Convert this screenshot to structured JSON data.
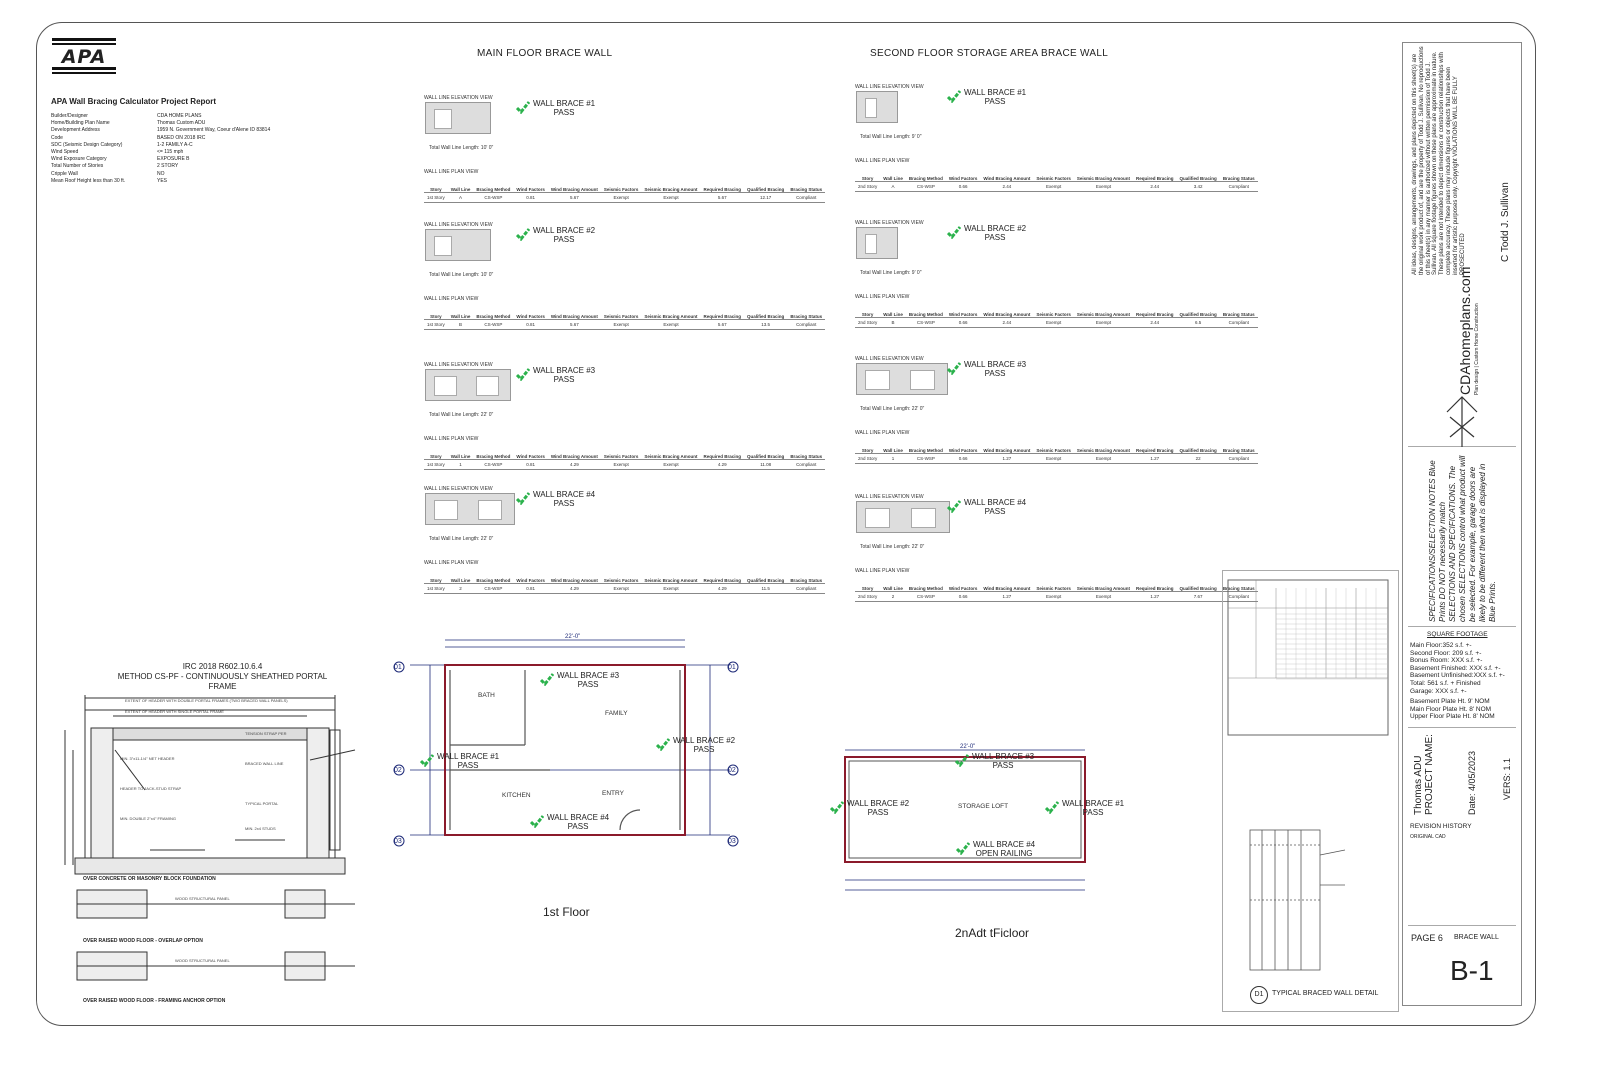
{
  "logo": {
    "text": "APA"
  },
  "report": {
    "title": "APA Wall Bracing Calculator Project Report",
    "rows": [
      {
        "k": "Builder/Designer",
        "v": "CDA HOME PLANS"
      },
      {
        "k": "Home/Building Plan Name",
        "v": "Thomas Custom ADU"
      },
      {
        "k": "Development Address",
        "v": "1959 N. Government Way, Coeur d'Alene ID 83814"
      },
      {
        "k": "Code",
        "v": "BASED ON 2018 IRC"
      },
      {
        "k": "SDC (Seismic Design Category)",
        "v": "1-2 FAMILY A-C"
      },
      {
        "k": "Wind Speed",
        "v": "<= 115 mph"
      },
      {
        "k": "Wind Exposure Category",
        "v": "EXPOSURE B"
      },
      {
        "k": "Total Number of Stories",
        "v": "2 STORY"
      },
      {
        "k": "Cripple Wall",
        "v": "NO"
      },
      {
        "k": "Mean Roof Height less than 30 ft.",
        "v": "YES"
      }
    ]
  },
  "main_floor": {
    "title": "MAIN FLOOR BRACE WALL",
    "elev_label": "WALL LINE ELEVATION VIEW",
    "plan_label": "WALL LINE PLAN VIEW",
    "headers": [
      "Story",
      "Wall Line",
      "Bracing Method",
      "Wind Factors",
      "Wind Bracing Amount",
      "Seismic Factors",
      "Seismic Bracing Amount",
      "Required Bracing",
      "Qualified Bracing",
      "Bracing Status"
    ],
    "walls": [
      {
        "badge": "WALL BRACE #1",
        "status": "PASS",
        "length": "Total Wall Line Length: 10' 0\"",
        "row": [
          "1st Story",
          "A",
          "CS-WSP",
          "0.81",
          "5.67",
          "Exempt",
          "Exempt",
          "5.67",
          "12.17",
          "Compliant"
        ]
      },
      {
        "badge": "WALL BRACE #2",
        "status": "PASS",
        "length": "Total Wall Line Length: 10' 0\"",
        "row": [
          "1st Story",
          "B",
          "CS-WSP",
          "0.81",
          "5.67",
          "Exempt",
          "Exempt",
          "5.67",
          "13.5",
          "Compliant"
        ]
      },
      {
        "badge": "WALL BRACE #3",
        "status": "PASS",
        "length": "Total Wall Line Length: 22' 0\"",
        "row": [
          "1st Story",
          "1",
          "CS-WSP",
          "0.81",
          "4.29",
          "Exempt",
          "Exempt",
          "4.29",
          "11.08",
          "Compliant"
        ]
      },
      {
        "badge": "WALL BRACE #4",
        "status": "PASS",
        "length": "Total Wall Line Length: 22' 0\"",
        "row": [
          "1st Story",
          "2",
          "CS-WSP",
          "0.81",
          "4.29",
          "Exempt",
          "Exempt",
          "4.29",
          "11.5",
          "Compliant"
        ]
      }
    ]
  },
  "second_floor": {
    "title": "SECOND FLOOR STORAGE AREA BRACE WALL",
    "elev_label": "WALL LINE ELEVATION VIEW",
    "plan_label": "WALL LINE PLAN VIEW",
    "walls": [
      {
        "badge": "WALL BRACE #1",
        "status": "PASS",
        "length": "Total Wall Line Length: 9' 0\"",
        "row": [
          "2nd Story",
          "A",
          "CS-WSP",
          "0.66",
          "2.44",
          "Exempt",
          "Exempt",
          "2.44",
          "3.42",
          "Compliant"
        ]
      },
      {
        "badge": "WALL BRACE #2",
        "status": "PASS",
        "length": "Total Wall Line Length: 9' 0\"",
        "row": [
          "2nd Story",
          "B",
          "CS-WSP",
          "0.66",
          "2.44",
          "Exempt",
          "Exempt",
          "2.44",
          "6.5",
          "Compliant"
        ]
      },
      {
        "badge": "WALL BRACE #3",
        "status": "PASS",
        "length": "Total Wall Line Length: 22' 0\"",
        "row": [
          "2nd Story",
          "1",
          "CS-WSP",
          "0.66",
          "1.27",
          "Exempt",
          "Exempt",
          "1.27",
          "22",
          "Compliant"
        ]
      },
      {
        "badge": "WALL BRACE #4",
        "status": "PASS",
        "length": "Total Wall Line Length: 22' 0\"",
        "row": [
          "2nd Story",
          "2",
          "CS-WSP",
          "0.66",
          "1.27",
          "Exempt",
          "Exempt",
          "1.27",
          "7.67",
          "Compliant"
        ]
      }
    ]
  },
  "portal": {
    "title_l1": "IRC 2018 R602.10.6.4",
    "title_l2": "METHOD CS-PF - CONTINUOUSLY SHEATHED PORTAL",
    "title_l3": "FRAME",
    "foot1": "OVER CONCRETE OR MASONRY BLOCK FOUNDATION",
    "foot2": "OVER RAISED WOOD FLOOR - OVERLAP OPTION",
    "foot3": "OVER RAISED WOOD FLOOR - FRAMING ANCHOR OPTION"
  },
  "plan1": {
    "caption": "1st Floor",
    "dim_top": "22'-0\"",
    "rooms": [
      "BATH",
      "FAMILY",
      "KITCHEN",
      "ENTRY"
    ],
    "badges": [
      {
        "t": "WALL BRACE #3",
        "s": "PASS"
      },
      {
        "t": "WALL BRACE #2",
        "s": "PASS"
      },
      {
        "t": "WALL BRACE #1",
        "s": "PASS"
      },
      {
        "t": "WALL BRACE #4",
        "s": "PASS"
      }
    ],
    "grid_tags": [
      "01",
      "02",
      "03"
    ]
  },
  "plan2": {
    "caption": "2nAdt tFicloor",
    "dim_top": "22'-0\"",
    "room": "STORAGE LOFT",
    "badges": [
      {
        "t": "WALL BRACE #3",
        "s": "PASS"
      },
      {
        "t": "WALL BRACE #2",
        "s": "PASS"
      },
      {
        "t": "WALL BRACE #1",
        "s": "PASS"
      },
      {
        "t": "WALL BRACE #4",
        "s": "OPEN RAILING"
      }
    ]
  },
  "detail": {
    "tag": "D1",
    "title": "TYPICAL BRACED WALL DETAIL"
  },
  "titleblock": {
    "copyright": "All ideas, designs, arrangements, drawings, and plans depicted on this sheet(s) are the original work product of, and are the property of Todd J. Sullivan. No reproductions of this sheet(s) in any manner is authorized without written permission of Todd J. Sullivan. All square footage figures shown on these plans are approximate in nature. These plans are not intended to depict dimensions or construction relationships with complete accuracy. These plans may include figures or objects that have been inserted for artistic purposes only. Copyright VIOLATIONS WILL BE FULLY PROSECUTED",
    "signature": "C Todd J. Sullivan",
    "firm": "CDAhomeplans.com",
    "tagline": "Plan design | Custom Home Construction",
    "notes_head": "SPECIFICATIONS/SELECTION NOTES",
    "notes": "Blue Prints DO NOT necessarily match SELECTIONS AND SPECIFICATIONS. The chosen SELECTIONS control what product will be selected. For example, garage doors are likely to be different then what is displayed in Blue Prints.",
    "sqft_head": "SQUARE FOOTAGE",
    "sqft": [
      "Main Floor:352 s.f. +-",
      "Second Floor: 209 s.f. +-",
      "Bonus Room: XXX s.f. +-",
      "Basement Finished: XXX s.f. +-",
      "Basement Unfinished:XXX s.f. +-",
      "Total: 561 s.f. + Finished",
      "Garage: XXX s.f. +-"
    ],
    "plates": [
      "Basement Plate Ht. 9' NOM",
      "Main Floor Plate Ht. 8' NOM",
      "Upper Floor Plate Ht. 8' NOM"
    ],
    "project_label": "PROJECT NAME:",
    "project": "Thomas ADU",
    "date": "Date: 4/05/2023",
    "vers": "VERS: 1.1",
    "rev": "REVISION HISTORY",
    "rev_v": "ORIGINAL CAD",
    "page": "PAGE 6",
    "page_name": "BRACE WALL",
    "sheet": "B-1"
  },
  "colors": {
    "check": "#2bb24c",
    "wall": "#8b1a2b",
    "dim": "#1e2a78"
  }
}
